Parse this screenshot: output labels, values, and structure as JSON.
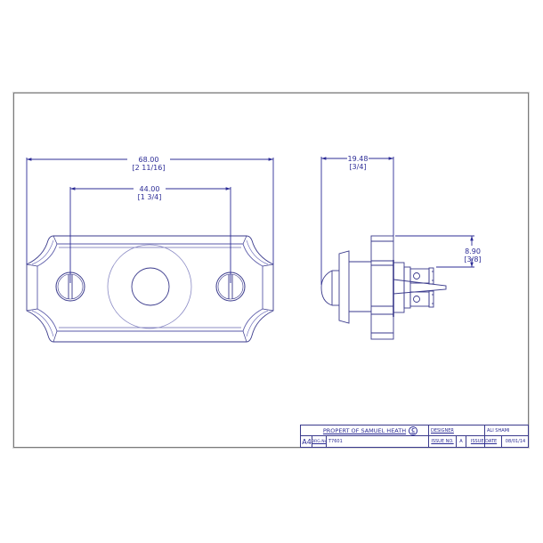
{
  "drawing": {
    "front_view": {
      "overall_width": {
        "value": "68.00",
        "imperial": "[2 11/16]"
      },
      "hole_spacing": {
        "value": "44.00",
        "imperial": "[1 3/4]"
      }
    },
    "side_view": {
      "depth": {
        "value": "19.48",
        "imperial": "[3/4]"
      },
      "terminal_offset": {
        "value": "8.90",
        "imperial": "[3/8]"
      }
    },
    "colors": {
      "line": "#3a3a8c",
      "dim": "#2c2c96",
      "frame": "#7a7a7a"
    }
  },
  "title_block": {
    "owner": "PROPERT OF SAMUEL HEATH",
    "copyright_symbol": "C",
    "designer_label": "DESIGNER",
    "designer_value": "ALI SHAMI",
    "sheet_size": "A4",
    "drg_no_label": "DRG.No",
    "drg_no_value": "T7601",
    "issue_no_label": "ISSUE NO.",
    "issue_no_value": "A",
    "issue_date_label": "ISSUE DATE",
    "issue_date_value": "08/01/14"
  }
}
